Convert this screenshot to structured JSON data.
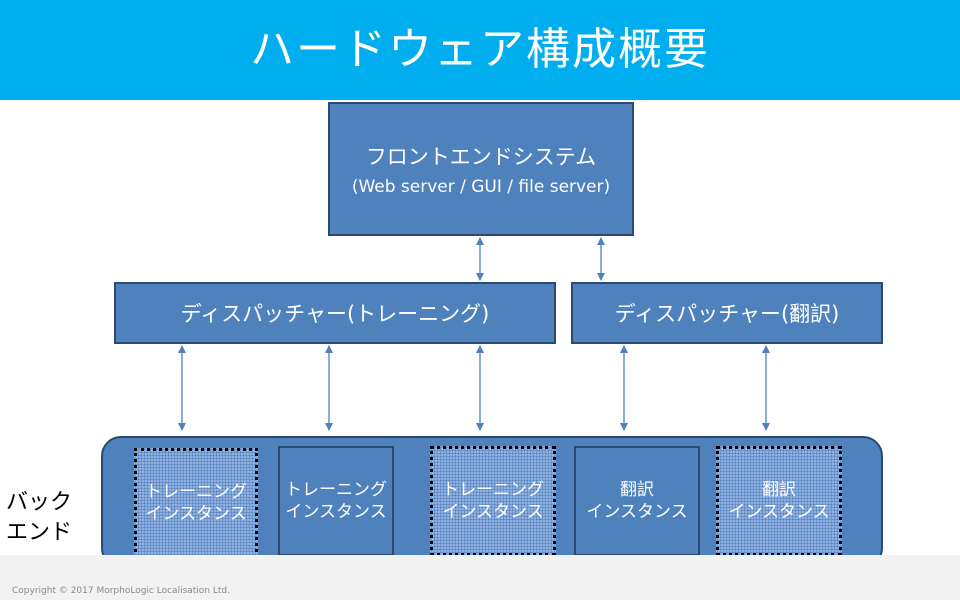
{
  "title": "ハードウェア構成概要",
  "frontend": {
    "name": "フロントエンドシステム",
    "detail": "(Web server  / GUI / file server)"
  },
  "dispatchers": {
    "training": "ディスパッチャー(トレーニング)",
    "translation": "ディスパッチャー(翻訳)"
  },
  "instances": [
    {
      "line1": "トレーニング",
      "line2": "インスタンス",
      "style": "dotted"
    },
    {
      "line1": "トレーニング",
      "line2": "インスタンス",
      "style": "solid"
    },
    {
      "line1": "トレーニング",
      "line2": "インスタンス",
      "style": "dotted"
    },
    {
      "line1": "翻訳",
      "line2": "インスタンス",
      "style": "solid"
    },
    {
      "line1": "翻訳",
      "line2": "インスタンス",
      "style": "dotted"
    }
  ],
  "backend_label": {
    "line1": "バック",
    "line2": "エンド"
  },
  "copyright": "Copyright © 2017 MorphoLogic Localisation Ltd.",
  "colors": {
    "title_bar": "#00adef",
    "box_fill": "#4f81bd",
    "box_border": "#2b4a73",
    "arrow": "#4f81bd"
  }
}
